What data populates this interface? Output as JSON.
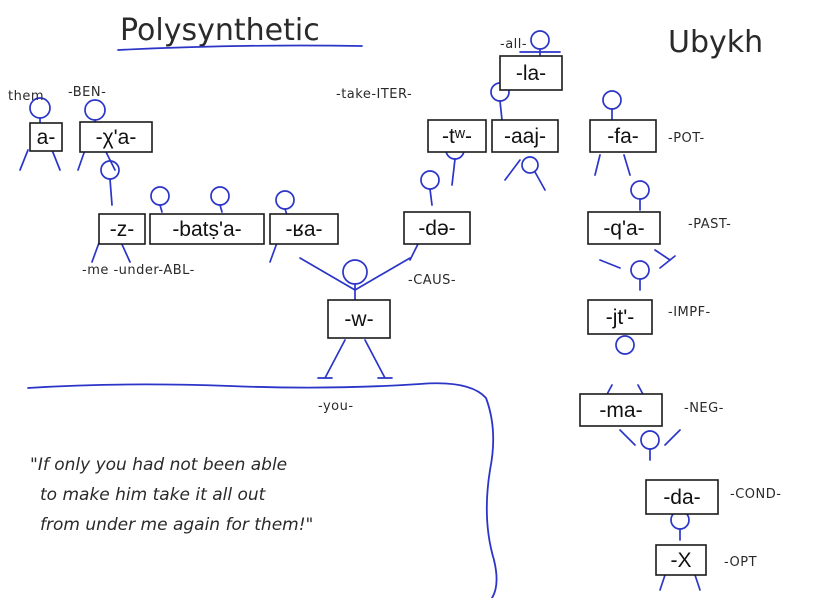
{
  "title": "Polysynthetic",
  "language": "Ubykh",
  "quote": [
    "\"If only you had not been able",
    "to make him take it all out",
    "from under me again for them!\""
  ],
  "morphemes": {
    "a": "a-",
    "xa": "-χ'a-",
    "z": "-z-",
    "batsa": "-batṣ'a-",
    "ra": "-ʁa-",
    "w": "-w-",
    "de": "-də-",
    "tw": "-tʷ-",
    "aaj": "-aaj-",
    "la": "-la-",
    "fa": "-fa-",
    "qa": "-q'a-",
    "jt": "-jt'-",
    "ma": "-ma-",
    "da": "-da-",
    "x": "-X"
  },
  "glosses": {
    "them": "them",
    "ben": "-BEN-",
    "me_under_abl": "-me -under-ABL-",
    "caus": "-CAUS-",
    "take_iter": "-take-ITER-",
    "all": "-all-",
    "pot": "-POT-",
    "past": "-PAST-",
    "impf": "-IMPF-",
    "neg": "-NEG-",
    "cond": "-COND-",
    "opt": "-OPT",
    "you": "-you-"
  },
  "colors": {
    "ink": "#2b35c8",
    "box": "#1a1a1a"
  }
}
